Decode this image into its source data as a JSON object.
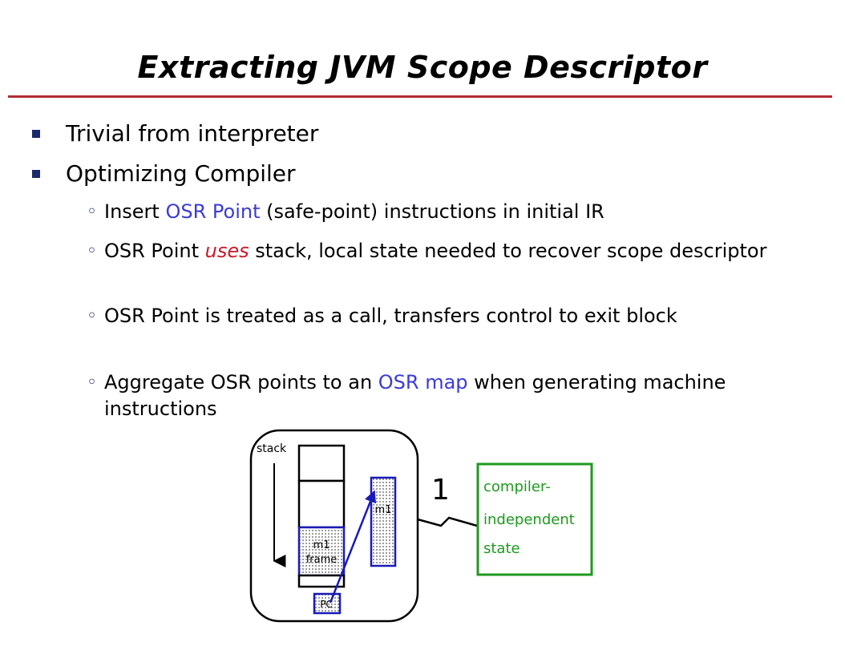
{
  "title": "Extracting JVM Scope Descriptor",
  "bullets": {
    "b1": "Trivial from interpreter",
    "b2": "Optimizing Compiler"
  },
  "sub": {
    "s1": {
      "pre": "Insert ",
      "hl": "OSR Point",
      "post": " (safe-point) instructions in initial IR"
    },
    "s2": {
      "pre": "OSR Point ",
      "hl": "uses",
      "post": " stack, local state needed to recover scope descriptor"
    },
    "s3": {
      "text": "OSR Point is treated as a call, transfers control to exit block"
    },
    "s4": {
      "pre": "Aggregate OSR points to an ",
      "hl": "OSR map",
      "post": " when generating machine instructions"
    }
  },
  "diagram": {
    "stack_label": "stack",
    "frame_label_1": "m1",
    "frame_label_2": "frame",
    "code_label": "m1",
    "pc_label": "PC",
    "step_number": "1",
    "state_line1": "compiler-",
    "state_line2": "independent",
    "state_line3": "state"
  },
  "colors": {
    "title_rule": "#b22b35",
    "bullet_marker": "#1d2a6b",
    "highlight_blue": "#3b3bd6",
    "highlight_red": "#cc1a28",
    "frame_border": "#1a1ab8",
    "state_box": "#1e9a1e"
  }
}
